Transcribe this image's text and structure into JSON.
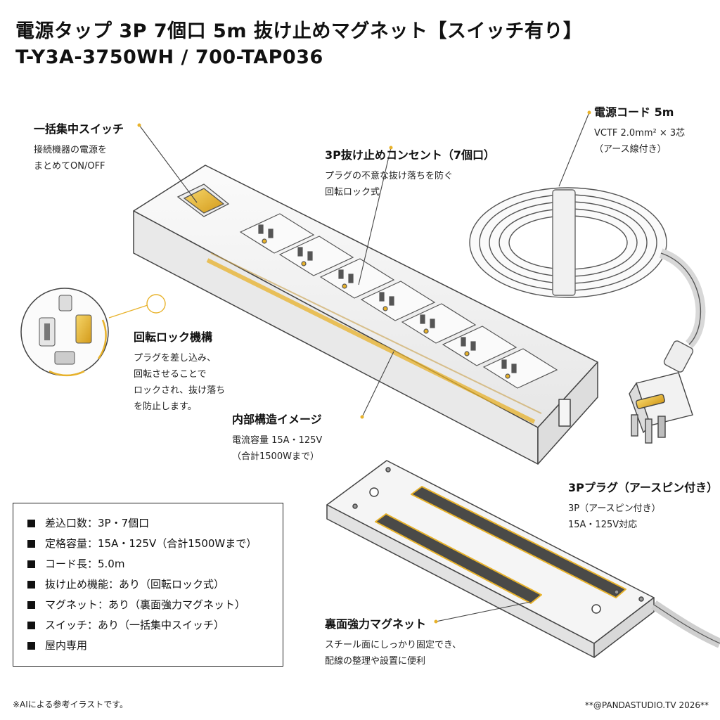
{
  "title": {
    "line1": "電源タップ 3P 7個口 5m 抜け止めマグネット【スイッチ有り】",
    "line2": "T-Y3A-3750WH / 700-TAP036"
  },
  "callouts": {
    "switch": {
      "heading": "一括集中スイッチ",
      "lines": [
        "接続機器の電源を",
        "まとめてON/OFF"
      ]
    },
    "outlets": {
      "heading": "3P抜け止めコンセント（7個口）",
      "lines": [
        "プラグの不意な抜け落ちを防ぐ",
        "回転ロック式"
      ]
    },
    "cord": {
      "heading": "電源コード 5m",
      "lines": [
        "VCTF 2.0mm² × 3芯",
        "（アース線付き）"
      ]
    },
    "lock": {
      "heading": "回転ロック機構",
      "lines": [
        "プラグを差し込み、",
        "回転させることで",
        "ロックされ、抜け落ち",
        "を防止します。"
      ]
    },
    "internal": {
      "heading": "内部構造イメージ",
      "lines": [
        "電流容量 15A・125V",
        "（合計1500Wまで）"
      ]
    },
    "plug": {
      "heading": "3Pプラグ（アースピン付き）",
      "lines": [
        "3P（アースピン付き）",
        "15A・125V対応"
      ]
    },
    "magnet": {
      "heading": "裏面強力マグネット",
      "lines": [
        "スチール面にしっかり固定でき、",
        "配線の整理や設置に便利"
      ]
    }
  },
  "specs": [
    "差込口数：3P・7個口",
    "定格容量：15A・125V（合計1500Wまで）",
    "コード長：5.0m",
    "抜け止め機能：あり（回転ロック式）",
    "マグネット：あり（裏面強力マグネット）",
    "スイッチ：あり（一括集中スイッチ）",
    "屋内専用"
  ],
  "footer": {
    "note": "※AIによる参考イラストです。",
    "credit": "**@PANDASTUDIO.TV 2026**"
  },
  "colors": {
    "accent": "#e8b22a",
    "line": "#444444",
    "body": "#f4f4f4",
    "magnet": "#4a4a48"
  },
  "icons": [
    "switch-icon",
    "outlet-icon",
    "plug-icon",
    "cord-icon",
    "magnet-icon",
    "lock-detail-icon"
  ]
}
